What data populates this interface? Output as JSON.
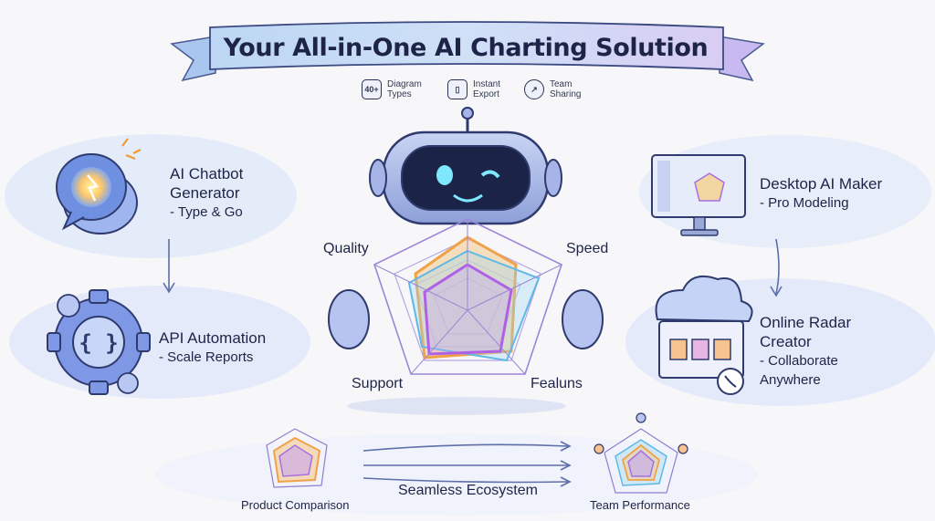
{
  "banner": {
    "title": "Your All-in-One AI Charting Solution"
  },
  "chips": [
    {
      "icon_text": "40+",
      "line1": "Diagram",
      "line2": "Types"
    },
    {
      "icon_text": "",
      "icon": "export-icon",
      "line1": "Instant",
      "line2": "Export"
    },
    {
      "icon_text": "",
      "icon": "share-icon",
      "line1": "Team",
      "line2": "Sharing"
    }
  ],
  "features": {
    "chatbot": {
      "line1": "AI Chatbot",
      "line2": "Generator",
      "line3": "- Type & Go"
    },
    "api": {
      "line1": "API Automation",
      "line2": "- Scale Reports"
    },
    "desktop": {
      "line1": "Desktop AI Maker",
      "line2": "- Pro Modeling"
    },
    "online": {
      "line1": "Online Radar",
      "line2": "Creator",
      "line3": "- Collaborate",
      "line4": "Anywhere"
    }
  },
  "radar": {
    "axes": {
      "quality": "Quality",
      "speed": "Speed",
      "support": "Support",
      "features": "Fealuns"
    }
  },
  "bottom": {
    "left_label": "Product Comparison",
    "center_label": "Seamless Ecosystem",
    "right_label": "Team Performance"
  },
  "colors": {
    "accent_blue": "#6f8fe0",
    "accent_purple": "#a86fe0",
    "accent_orange": "#f2a24a",
    "accent_cyan": "#6fd0e6"
  }
}
